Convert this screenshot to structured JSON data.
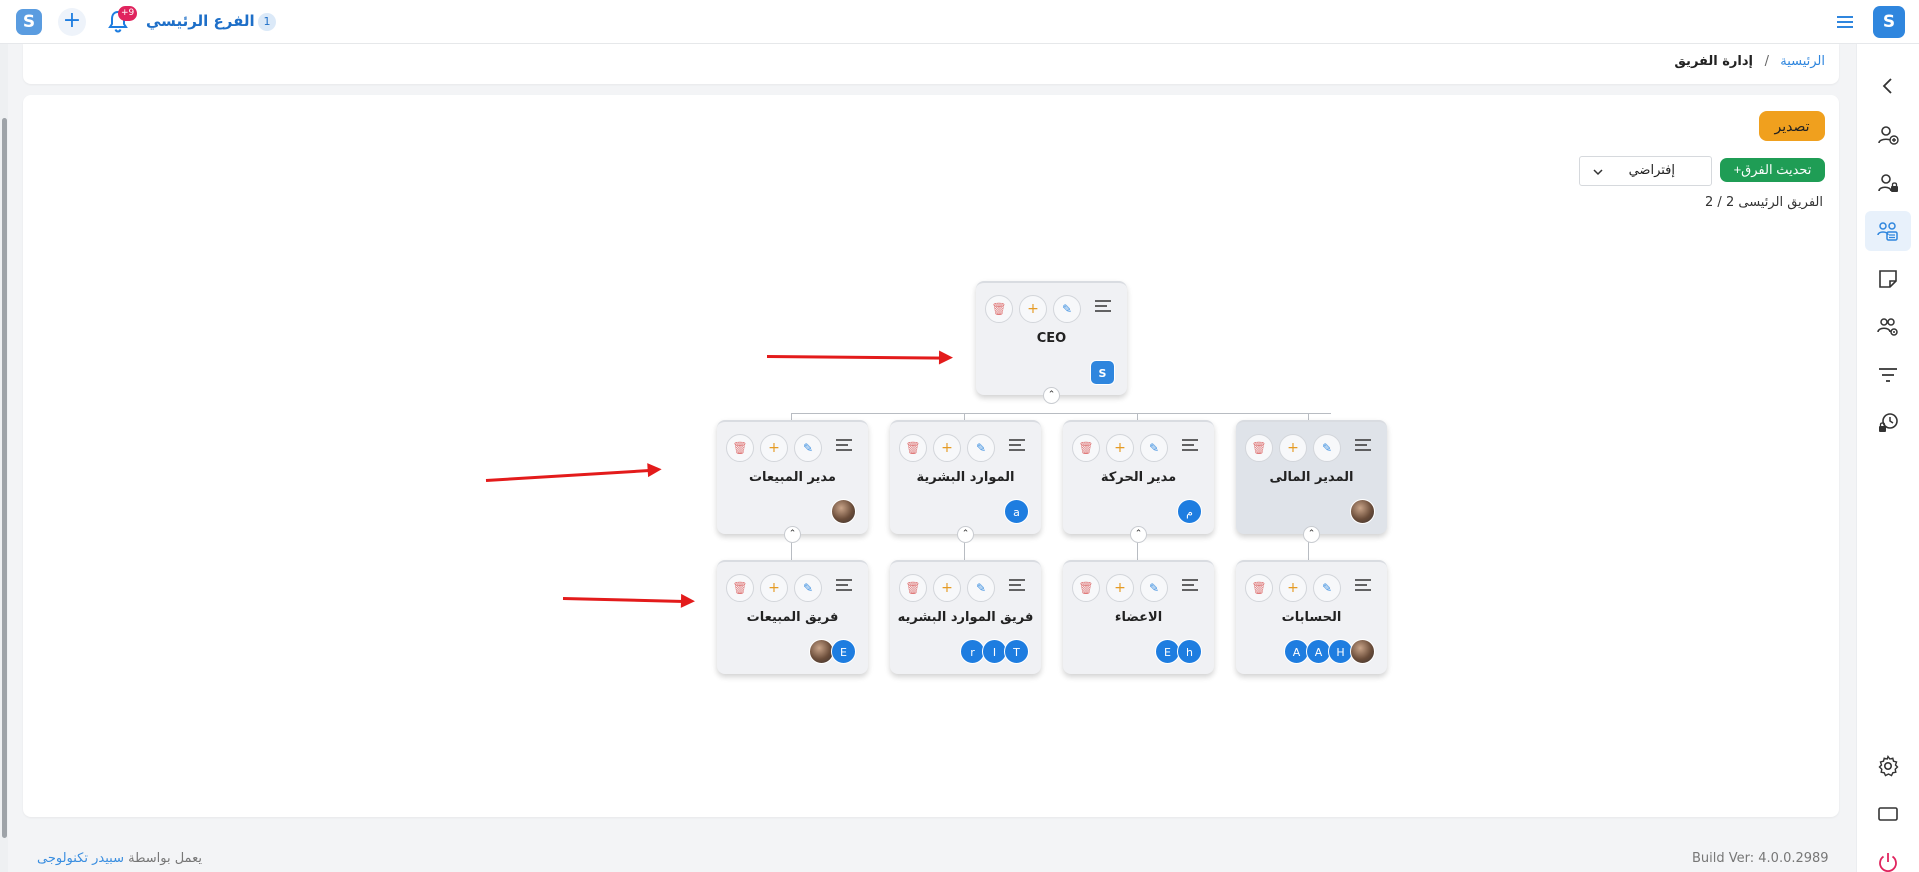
{
  "topbar": {
    "branch_name": "الفرع الرئيسي /",
    "branch_count": "1",
    "notification_badge": "+9",
    "logo_letter": "S"
  },
  "breadcrumb": {
    "home": "الرئيسية",
    "separator": "/",
    "current": "إدارة الفريق"
  },
  "toolbar": {
    "export_label": "تصدير",
    "update_label": "+تحديث الفرق",
    "select_value": "إفتراضي",
    "team_count": "2 / 2 الفريق الرئيسى"
  },
  "org": {
    "root": {
      "title": "CEO"
    },
    "managers": [
      {
        "title": "المدير المالى"
      },
      {
        "title": "مدير الحركة",
        "avatar": "م"
      },
      {
        "title": "الموارد البشرية",
        "avatar": "a"
      },
      {
        "title": "مدير المبيعات"
      }
    ],
    "teams": [
      {
        "title": "الحسابات",
        "avatars": [
          "A",
          "A",
          "H"
        ]
      },
      {
        "title": "الاعضاء",
        "avatars": [
          "E",
          "h"
        ]
      },
      {
        "title": "فريق الموارد البشريه",
        "avatars": [
          "r",
          "I",
          "T"
        ]
      },
      {
        "title": "فريق المبيعات",
        "avatars": [
          "E"
        ]
      }
    ]
  },
  "footer": {
    "build": "Build Ver: 4.0.0.2989",
    "powered_prefix": "يعمل بواسطة",
    "powered_link": "سبيدر تكنولوجى"
  },
  "colors": {
    "primary": "#2f86de",
    "export": "#f0a01e",
    "update": "#1f9d55",
    "badge": "#e0245e",
    "arrow": "#e31b1b"
  }
}
